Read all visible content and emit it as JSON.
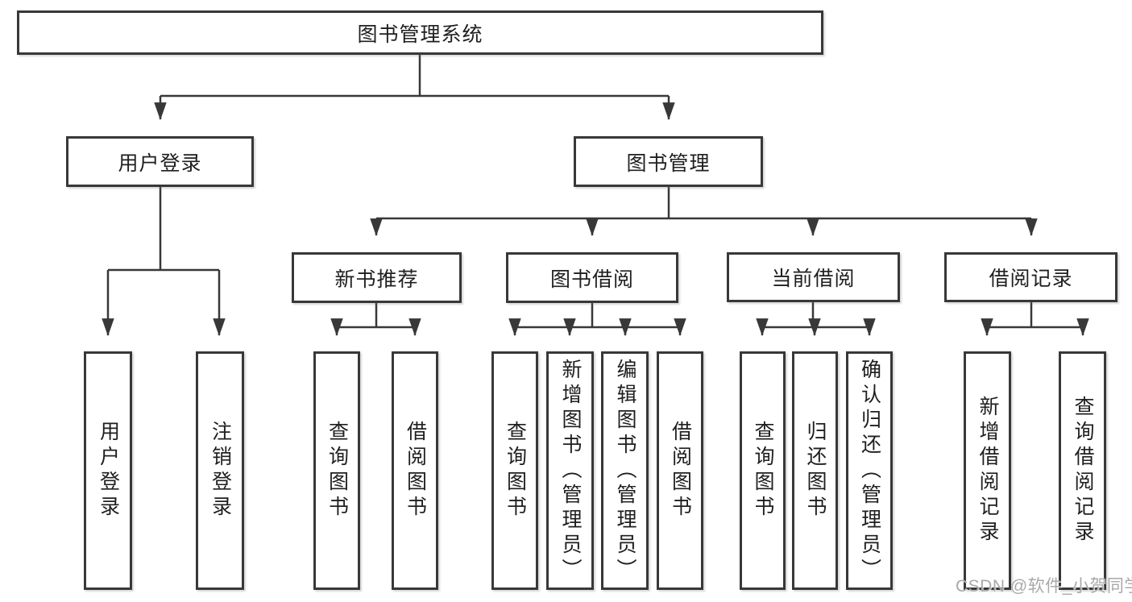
{
  "diagram": {
    "title": "图书管理系统",
    "level2": {
      "user_login": "用户登录",
      "book_management": "图书管理"
    },
    "level3": {
      "new_book_recommend": "新书推荐",
      "book_borrowing": "图书借阅",
      "current_borrowing": "当前借阅",
      "borrowing_records": "借阅记录"
    },
    "leaves": {
      "user_login": "用户登录",
      "logout": "注销登录",
      "recommend_query_books": "查询图书",
      "recommend_borrow_books": "借阅图书",
      "borrowing_query_books": "查询图书",
      "borrowing_add_books": "新增图书（管理员）",
      "borrowing_edit_books": "编辑图书（管理员）",
      "borrowing_borrow_books": "借阅图书",
      "current_query_books": "查询图书",
      "current_return_books": "归还图书",
      "current_confirm_return": "确认归还（管理员）",
      "records_add_record": "新增借阅记录",
      "records_query_record": "查询借阅记录"
    }
  },
  "watermark": "CSDN @软件_小贺同学",
  "colors": {
    "line": "#383838",
    "text": "#1f1f1f",
    "watermark": "#a9a9a9",
    "background": "#ffffff"
  }
}
